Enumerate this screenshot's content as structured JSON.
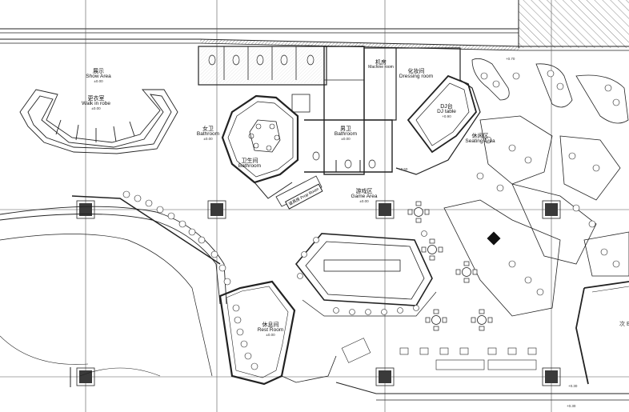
{
  "rooms": [
    {
      "id": "show-area",
      "cn": "展示",
      "en": "Show Area",
      "level": "±0.00"
    },
    {
      "id": "walk-in-robe",
      "cn": "更衣室",
      "en": "Walk in robe",
      "level": "±0.00"
    },
    {
      "id": "bathroom-female",
      "cn": "女卫",
      "en": "Bathroom",
      "level": "±0.00"
    },
    {
      "id": "bathroom-toilet",
      "cn": "卫生间",
      "en": "Bathroom",
      "level": ""
    },
    {
      "id": "bathroom-male",
      "cn": "男卫",
      "en": "Bathroom",
      "level": "±0.00"
    },
    {
      "id": "machine-room",
      "cn": "机房",
      "en": "Machine room",
      "level": ""
    },
    {
      "id": "dressing-room",
      "cn": "化妆间",
      "en": "Dressing room",
      "level": ""
    },
    {
      "id": "dj-table",
      "cn": "DJ台",
      "en": "DJ table",
      "level": "+0.90"
    },
    {
      "id": "seating-area",
      "cn": "休闲区",
      "en": "Seating Area",
      "level": ""
    },
    {
      "id": "game-area",
      "cn": "游戏区",
      "en": "Game Area",
      "level": "±0.00"
    },
    {
      "id": "rest-room",
      "cn": "休息间",
      "en": "Rest Room",
      "level": "±0.00"
    }
  ],
  "annotations": {
    "prop_room": "道具房 Prop Room",
    "level_a": "+0.70",
    "level_b": "+0.50",
    "level_c": "+0.30",
    "level_d": "+0.30",
    "cut_text": "次 E"
  },
  "colors": {
    "line": "#1a1a1a",
    "wall_fill": "#d8d8d8",
    "grid": "#444444",
    "column": "#3a3a3a"
  }
}
